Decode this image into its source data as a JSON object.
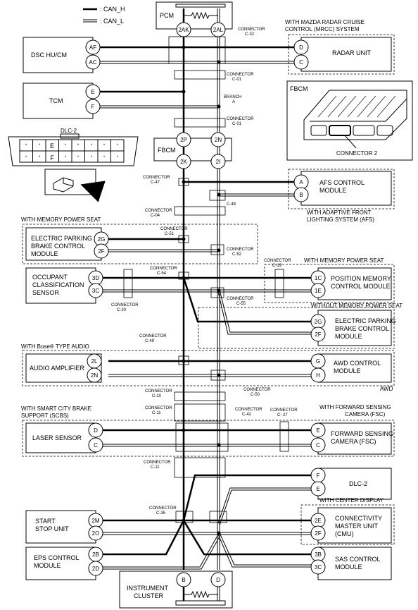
{
  "legend": {
    "can_h": ": CAN_H",
    "can_l": ": CAN_L"
  },
  "pcm": {
    "label": "PCM",
    "pin_h": "2AK",
    "pin_l": "2AL"
  },
  "fbcm_mid": {
    "label": "FBCM",
    "pin_2p": "2P",
    "pin_2n": "2N",
    "pin_2k": "2K",
    "pin_2i": "2I"
  },
  "cluster": {
    "label": "INSTRUMENT\nCLUSTER",
    "pin_b": "B",
    "pin_d": "D"
  },
  "connectors": {
    "c32": "CONNECTOR\nC-32",
    "c01a": "CONNECTOR\nC-01",
    "branch_a": "BRANCH\nA",
    "c01b": "CONNECTOR\nC-01",
    "c47": "CONNECTOR\nC-47",
    "c48": "CONNECTOR\nC-48",
    "c04": "CONNECTOR\nC-04",
    "c51": "CONNECTOR\nC-51",
    "c52": "CONNECTOR\nC-52",
    "c19": "CONNECTOR\nC-19",
    "c54": "CONNECTOR\nC-54",
    "c55": "CONNECTOR\nC-55",
    "c20": "CONNECTOR\nC-20",
    "c49": "CONNECTOR\nC-49",
    "c50": "CONNECTOR\nC-50",
    "c10": "CONNECTOR\nC-10",
    "c11a": "CONNECTOR\nC-11",
    "c42": "CONNECTOR\nC-42",
    "c27": "CONNECTOR\nC- 27",
    "c11b": "CONNECTOR\nC-11",
    "c35": "CONNECTOR\nC-35"
  },
  "left_modules": {
    "dsc": {
      "label": "DSC HU/CM",
      "pin_h": "AF",
      "pin_l": "AC"
    },
    "tcm": {
      "label": "TCM",
      "pin_h": "E",
      "pin_l": "F"
    },
    "epb": {
      "label": "ELECTRIC PARKING\nBRAKE CONTROL\nMODULE",
      "pin_h": "2G",
      "pin_l": "2F"
    },
    "ocs": {
      "label": "OCCUPANT\nCLASSIFICATION\nSENSOR",
      "pin_h": "3D",
      "pin_l": "3C"
    },
    "amp": {
      "label": "AUDIO AMPLIFIER",
      "pin_h": "2L",
      "pin_l": "2N"
    },
    "laser": {
      "label": "LASER SENSOR",
      "pin_h": "D",
      "pin_l": "C"
    },
    "ssu": {
      "label": "START\nSTOP UNIT",
      "pin_h": "2M",
      "pin_l": "2O"
    },
    "eps": {
      "label": "EPS CONTROL\nMODULE",
      "pin_h": "2B",
      "pin_l": "2D"
    }
  },
  "right_modules": {
    "radar": {
      "label": "RADAR UNIT",
      "pin_h": "D",
      "pin_l": "C"
    },
    "afs": {
      "label": "AFS CONTROL\nMODULE",
      "pin_h": "A",
      "pin_l": "B"
    },
    "pmcm": {
      "label": "POSITION MEMORY\nCONTROL MODULE",
      "pin_h": "1C",
      "pin_l": "1E"
    },
    "epb_r": {
      "label": "ELECTRIC PARKING\nBRAKE CONTROL\nMODULE",
      "pin_h": "2G",
      "pin_l": "2F"
    },
    "awd": {
      "label": "AWD CONTROL\nMODULE",
      "pin_h": "G",
      "pin_l": "H"
    },
    "fsc": {
      "label": "FORWARD SENSING\nCAMERA (FSC)",
      "pin_h": "E",
      "pin_l": "C"
    },
    "dlc2": {
      "label": "DLC-2",
      "pin_h": "F",
      "pin_l": "E"
    },
    "cmu": {
      "label": "CONNECTIVITY\nMASTER UNIT\n(CMU)",
      "pin_h": "2E",
      "pin_l": "2F"
    },
    "sas": {
      "label": "SAS CONTROL\nMODULE",
      "pin_h": "3B",
      "pin_l": "3C"
    }
  },
  "groups": {
    "mrcc": "WITH MAZDA RADAR CRUISE\nCONTROL (MRCC) SYSTEM",
    "afs": "WITH ADAPTIVE FRONT\nLIGHTING SYSTEM (AFS)",
    "mem_seat_l": "WITH MEMORY POWER SEAT",
    "mem_seat_r": "WITH MEMORY POWER SEAT",
    "no_mem_seat": "WITHOUT MEMORY POWER SEAT",
    "bose": "WITH Bose® TYPE AUDIO",
    "awd": "AWD",
    "scbs": "WITH SMART CITY BRAKE\nSUPPORT (SCBS)",
    "fsc": "WITH FORWARD SENSING\nCAMERA (FSC)",
    "center_display": "WITH CENTER DISPLAY"
  },
  "fbcm_photo": {
    "label": "FBCM",
    "connector_label": "CONNECTOR 2"
  },
  "dlc_inset": {
    "label": "DLC-2",
    "pin_e": "E",
    "pin_f": "F",
    "dot": "*"
  }
}
